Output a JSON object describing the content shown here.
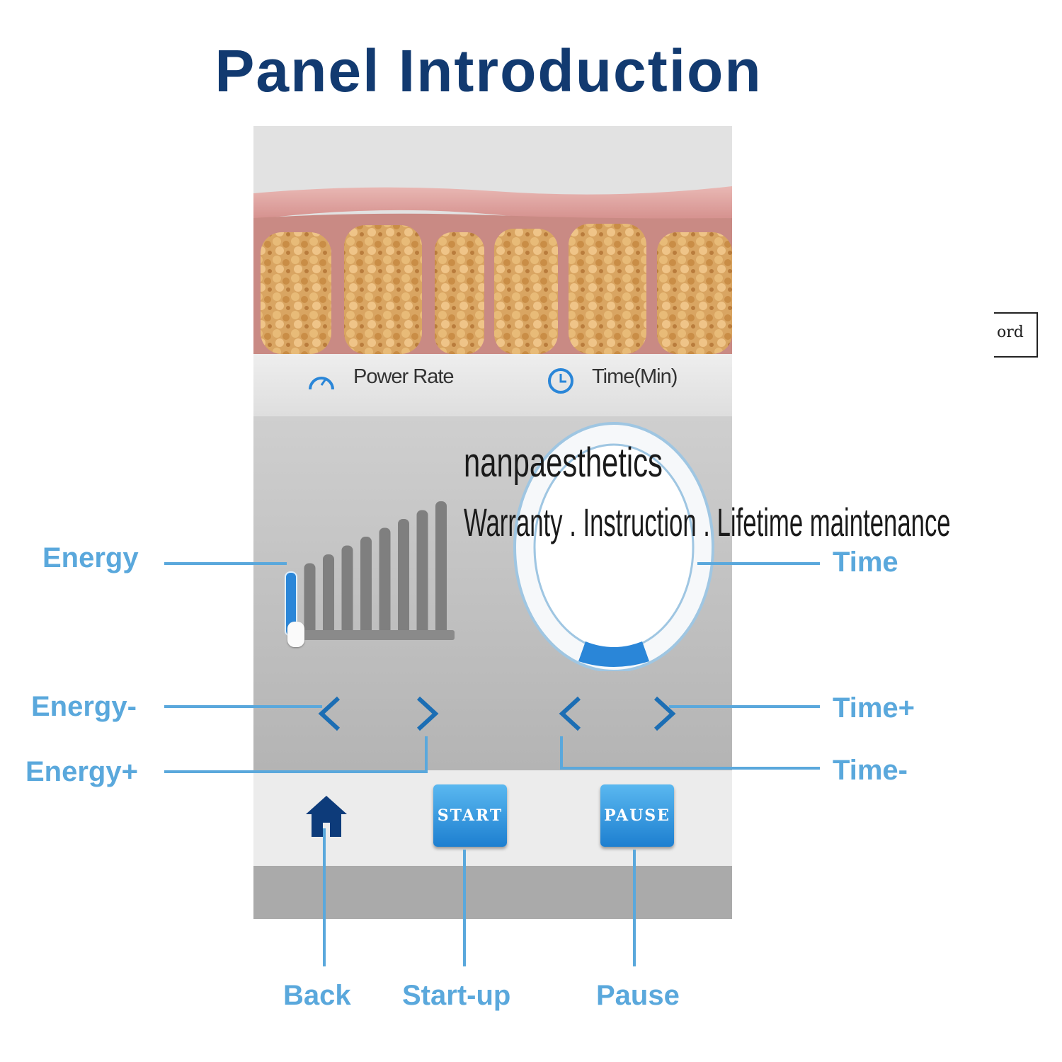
{
  "title": "Panel Introduction",
  "status": {
    "power_label": "Power Rate",
    "time_label": "Time(Min)"
  },
  "energy": {
    "level": 1,
    "max": 9
  },
  "buttons": {
    "start": "START",
    "pause": "PAUSE"
  },
  "callouts": {
    "energy": "Energy",
    "time": "Time",
    "energy_minus": "Energy-",
    "time_plus": "Time+",
    "energy_plus": "Energy+",
    "time_minus": "Time-",
    "back": "Back",
    "startup": "Start-up",
    "pause": "Pause"
  },
  "watermark": {
    "brand": "nanpaesthetics",
    "tagline": "Warranty . Instruction . Lifetime maintenance"
  },
  "side_fragment": "ord",
  "colors": {
    "title": "#123a70",
    "callout": "#5aa8dc",
    "accent": "#2a86d8"
  },
  "icons": [
    "gauge-icon",
    "clock-icon",
    "chevron-left-icon",
    "chevron-right-icon",
    "home-icon"
  ]
}
